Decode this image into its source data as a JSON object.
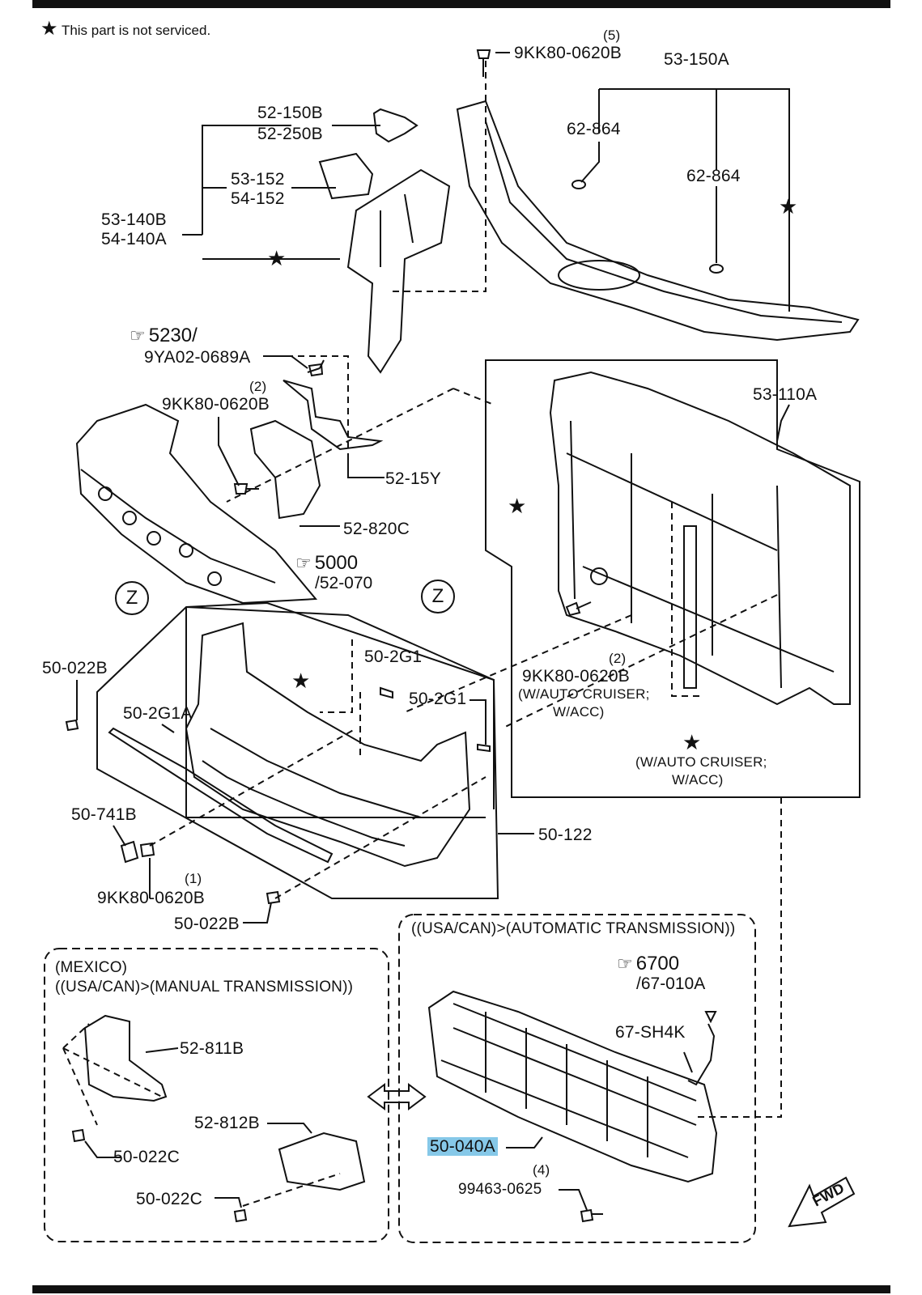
{
  "note": {
    "symbol": "★",
    "text": "This part is not serviced."
  },
  "labels": {
    "qty5": "(5)",
    "p9KK80_top": "9KK80-0620B",
    "p53_150A": "53-150A",
    "p62_864_a": "62-864",
    "p62_864_b": "62-864",
    "p52_150B": "52-150B",
    "p52_250B": "52-250B",
    "p53_152": "53-152",
    "p54_152": "54-152",
    "p53_140B": "53-140B",
    "p54_140A": "54-140A",
    "p9YA02": "9YA02-0689A",
    "qty2a": "(2)",
    "p9KK80_mid": "9KK80-0620B",
    "p52_15Y": "52-15Y",
    "p52_820C": "52-820C",
    "p53_110A": "53-110A",
    "p50_022B_a": "50-022B",
    "p50_2G1_a": "50-2G1",
    "p50_2G1_b": "50-2G1",
    "p50_2G1A": "50-2G1A",
    "qty2b": "(2)",
    "p9KK80_right": "9KK80-0620B",
    "cruise1": "(W/AUTO CRUISER;",
    "cruise1b": "W/ACC)",
    "cruise2": "(W/AUTO CRUISER;",
    "cruise2b": "W/ACC)",
    "p50_741B": "50-741B",
    "p50_122": "50-122",
    "qty1": "(1)",
    "p9KK80_low": "9KK80-0620B",
    "p50_022B_b": "50-022B",
    "usa_auto": "((USA/CAN)>(AUTOMATIC TRANSMISSION))",
    "mexico": "(MEXICO)",
    "usa_manual": "((USA/CAN)>(MANUAL TRANSMISSION))",
    "p52_811B": "52-811B",
    "p52_812B": "52-812B",
    "p50_022C_a": "50-022C",
    "p50_022C_b": "50-022C",
    "p67_SH4K": "67-SH4K",
    "p50_040A": "50-040A",
    "qty4": "(4)",
    "p99463": "99463-0625",
    "star": "★",
    "z": "Z",
    "fwd": "FWD"
  },
  "refs": {
    "r5230": {
      "num": "5230/",
      "sub": ""
    },
    "r5000": {
      "num": "5000",
      "sub": "/52-070"
    },
    "r6700": {
      "num": "6700",
      "sub": "/67-010A"
    }
  },
  "colors": {
    "highlight": "#86c8e8",
    "ink": "#111111"
  },
  "icons": {
    "reference": "pointing-hand-icon",
    "direction": "fwd-arrow-icon"
  }
}
